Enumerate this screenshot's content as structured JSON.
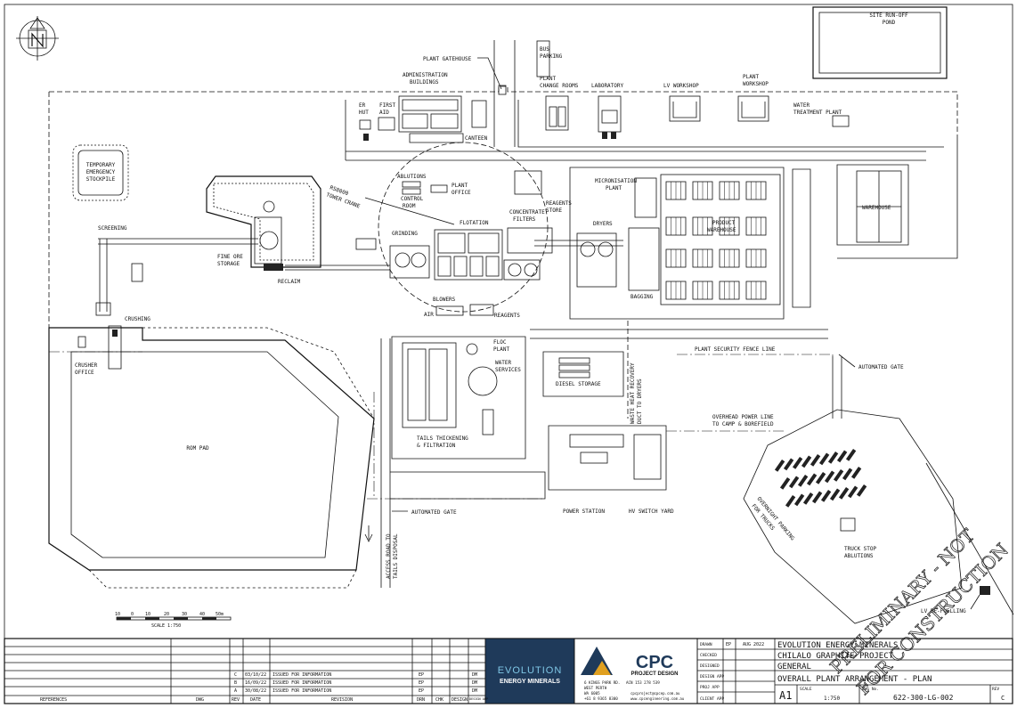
{
  "labels": {
    "site_runoff_pond": [
      "SITE RUN-OFF",
      "POND"
    ],
    "bus_parking": [
      "BUS",
      "PARKING"
    ],
    "plant_gatehouse": "PLANT GATEHOUSE",
    "plant_change_rooms": [
      "PLANT",
      "CHANGE ROOMS"
    ],
    "admin_buildings": [
      "ADMINISTRATION",
      "BUILDINGS"
    ],
    "laboratory": "LABORATORY",
    "lv_workshop": "LV WORKSHOP",
    "plant_workshop": [
      "PLANT",
      "WORKSHOP"
    ],
    "water_treatment_plant": [
      "WATER",
      "TREATMENT PLANT"
    ],
    "er_hut": [
      "ER",
      "HUT"
    ],
    "first_aid": [
      "FIRST",
      "AID"
    ],
    "canteen": "CANTEEN",
    "temp_stockpile": [
      "TEMPORARY",
      "EMERGENCY",
      "STOCKPILE"
    ],
    "ablutions": "ABLUTIONS",
    "plant_office": [
      "PLANT",
      "OFFICE"
    ],
    "control_room": [
      "CONTROL",
      "ROOM"
    ],
    "tower_crane": [
      "RS8000",
      "TOWER CRANE"
    ],
    "reagents_store": [
      "REAGENTS",
      "STORE"
    ],
    "micronisation_plant": [
      "MICRONISATION",
      "PLANT"
    ],
    "warehouse": "WAREHOUSE",
    "screening": "SCREENING",
    "flotation": "FLOTATION",
    "concentrate_filters": [
      "CONCENTRATE",
      "FILTERS"
    ],
    "dryers": "DRYERS",
    "product_warehouse": [
      "PRODUCT",
      "WAREHOUSE"
    ],
    "grinding": "GRINDING",
    "fine_ore_storage": [
      "FINE ORE",
      "STORAGE"
    ],
    "reclaim": "RECLAIM",
    "bagging": "BAGGING",
    "blowers": "BLOWERS",
    "air": "AIR",
    "reagents": "REAGENTS",
    "crushing": "CRUSHING",
    "floc_plant": [
      "FLOC",
      "PLANT"
    ],
    "water_services": [
      "WATER",
      "SERVICES"
    ],
    "plant_security_fence": "PLANT SECURITY FENCE LINE",
    "automated_gate": "AUTOMATED GATE",
    "crusher_office": [
      "CRUSHER",
      "OFFICE"
    ],
    "diesel_storage": "DIESEL STORAGE",
    "waste_heat": "WASTE HEAT RECOVERY",
    "duct_to_dryers": "DUCT TO DRYERS",
    "overhead_power": [
      "OVERHEAD POWER LINE",
      "TO CAMP & BOREFIELD"
    ],
    "rom_pad": "ROM PAD",
    "tails_thickening": [
      "TAILS THICKENING",
      "& FILTRATION"
    ],
    "power_station": "POWER STATION",
    "hv_switch_yard": "HV SWITCH YARD",
    "overnight_parking": [
      "OVERNIGHT PARKING",
      "FOR TRUCKS"
    ],
    "access_road": [
      "ACCESS ROAD TO",
      "TAILS DISPOSAL"
    ],
    "truck_stop_ablutions": [
      "TRUCK STOP",
      "ABLUTIONS"
    ],
    "preliminary_stamp": [
      "PRELIMINARY - NOT",
      "FOR CONSTRUCTION"
    ],
    "lv_refuelling": "LV RE-FUELLING",
    "scale_bar_ticks": [
      "10",
      "0",
      "10",
      "20",
      "30",
      "40",
      "50m"
    ],
    "scale_caption": "SCALE  1:750"
  },
  "title_block": {
    "revisions": [
      {
        "rev": "C",
        "date": "03/10/22",
        "desc": "ISSUED FOR INFORMATION",
        "drn": "EP",
        "approved": "DM"
      },
      {
        "rev": "B",
        "date": "16/09/22",
        "desc": "ISSUED FOR INFORMATION",
        "drn": "EP",
        "approved": "DM"
      },
      {
        "rev": "A",
        "date": "30/08/22",
        "desc": "ISSUED FOR INFORMATION",
        "drn": "EP",
        "approved": "DM"
      }
    ],
    "headers": {
      "references": "REFERENCES",
      "dwg": "DWG",
      "rev": "REV",
      "date": "DATE",
      "revision": "REVISION",
      "drn": "DRN",
      "chk": "CHK",
      "design": "DESIGN",
      "design_app": "DESIGN APP"
    },
    "client_logo": [
      "EVOLUTION",
      "ENERGY MINERALS"
    ],
    "consultant_logo": [
      "CPC",
      "PROJECT DESIGN"
    ],
    "consultant_address": [
      "6 KINGS PARK RD.",
      "WEST PERTH",
      "WA 6005",
      "+61 8 9365 8300"
    ],
    "consultant_abn": "ACN 153 278 539",
    "consultant_contact": [
      "cpcproject@cpcep.com.au",
      "www.cpcengineering.com.au"
    ],
    "sign_rows": [
      "DRAWN",
      "CHECKED",
      "DESIGNED",
      "DESIGN APP",
      "PROJ APP",
      "CLIENT APP"
    ],
    "drawn_by": "EP",
    "drawn_date": "AUG 2022",
    "titles": [
      "EVOLUTION ENERGY MINERALS",
      "CHILALO GRAPHITE PROJECT",
      "GENERAL",
      "OVERALL PLANT ARRANGEMENT - PLAN"
    ],
    "sheet_size": "A1",
    "scale_label": "SCALE",
    "scale_value": "1:750",
    "dwg_no_label": "DWG No.",
    "dwg_no": "622-300-LG-002",
    "rev_label": "REV",
    "rev_value": "C"
  }
}
